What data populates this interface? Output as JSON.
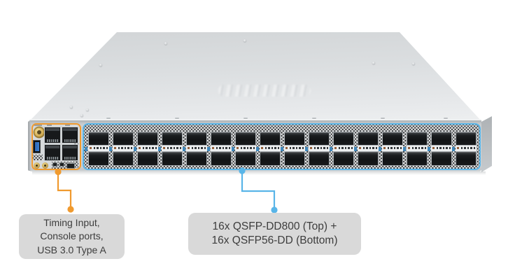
{
  "product": {
    "view": "network-switch-front-angled"
  },
  "callouts": [
    {
      "id": "management",
      "accent_color": "#F09A2E",
      "lines": [
        "Timing Input,",
        "Console ports,",
        "USB 3.0 Type A"
      ]
    },
    {
      "id": "qsfp_ports",
      "accent_color": "#59B5E8",
      "lines": [
        "16x QSFP-DD800 (Top) +",
        "16x QSFP56-DD (Bottom)"
      ]
    }
  ],
  "switch": {
    "management_panel": {
      "rj45_console_ports": 4,
      "usb3_ports": 1,
      "timing_connectors": 1,
      "sma_connectors": 2
    },
    "port_area": {
      "columns": 16,
      "rows": 2,
      "leds_per_cage": 5,
      "top_row_type": "QSFP-DD800",
      "bottom_row_type": "QSFP56-DD"
    }
  }
}
